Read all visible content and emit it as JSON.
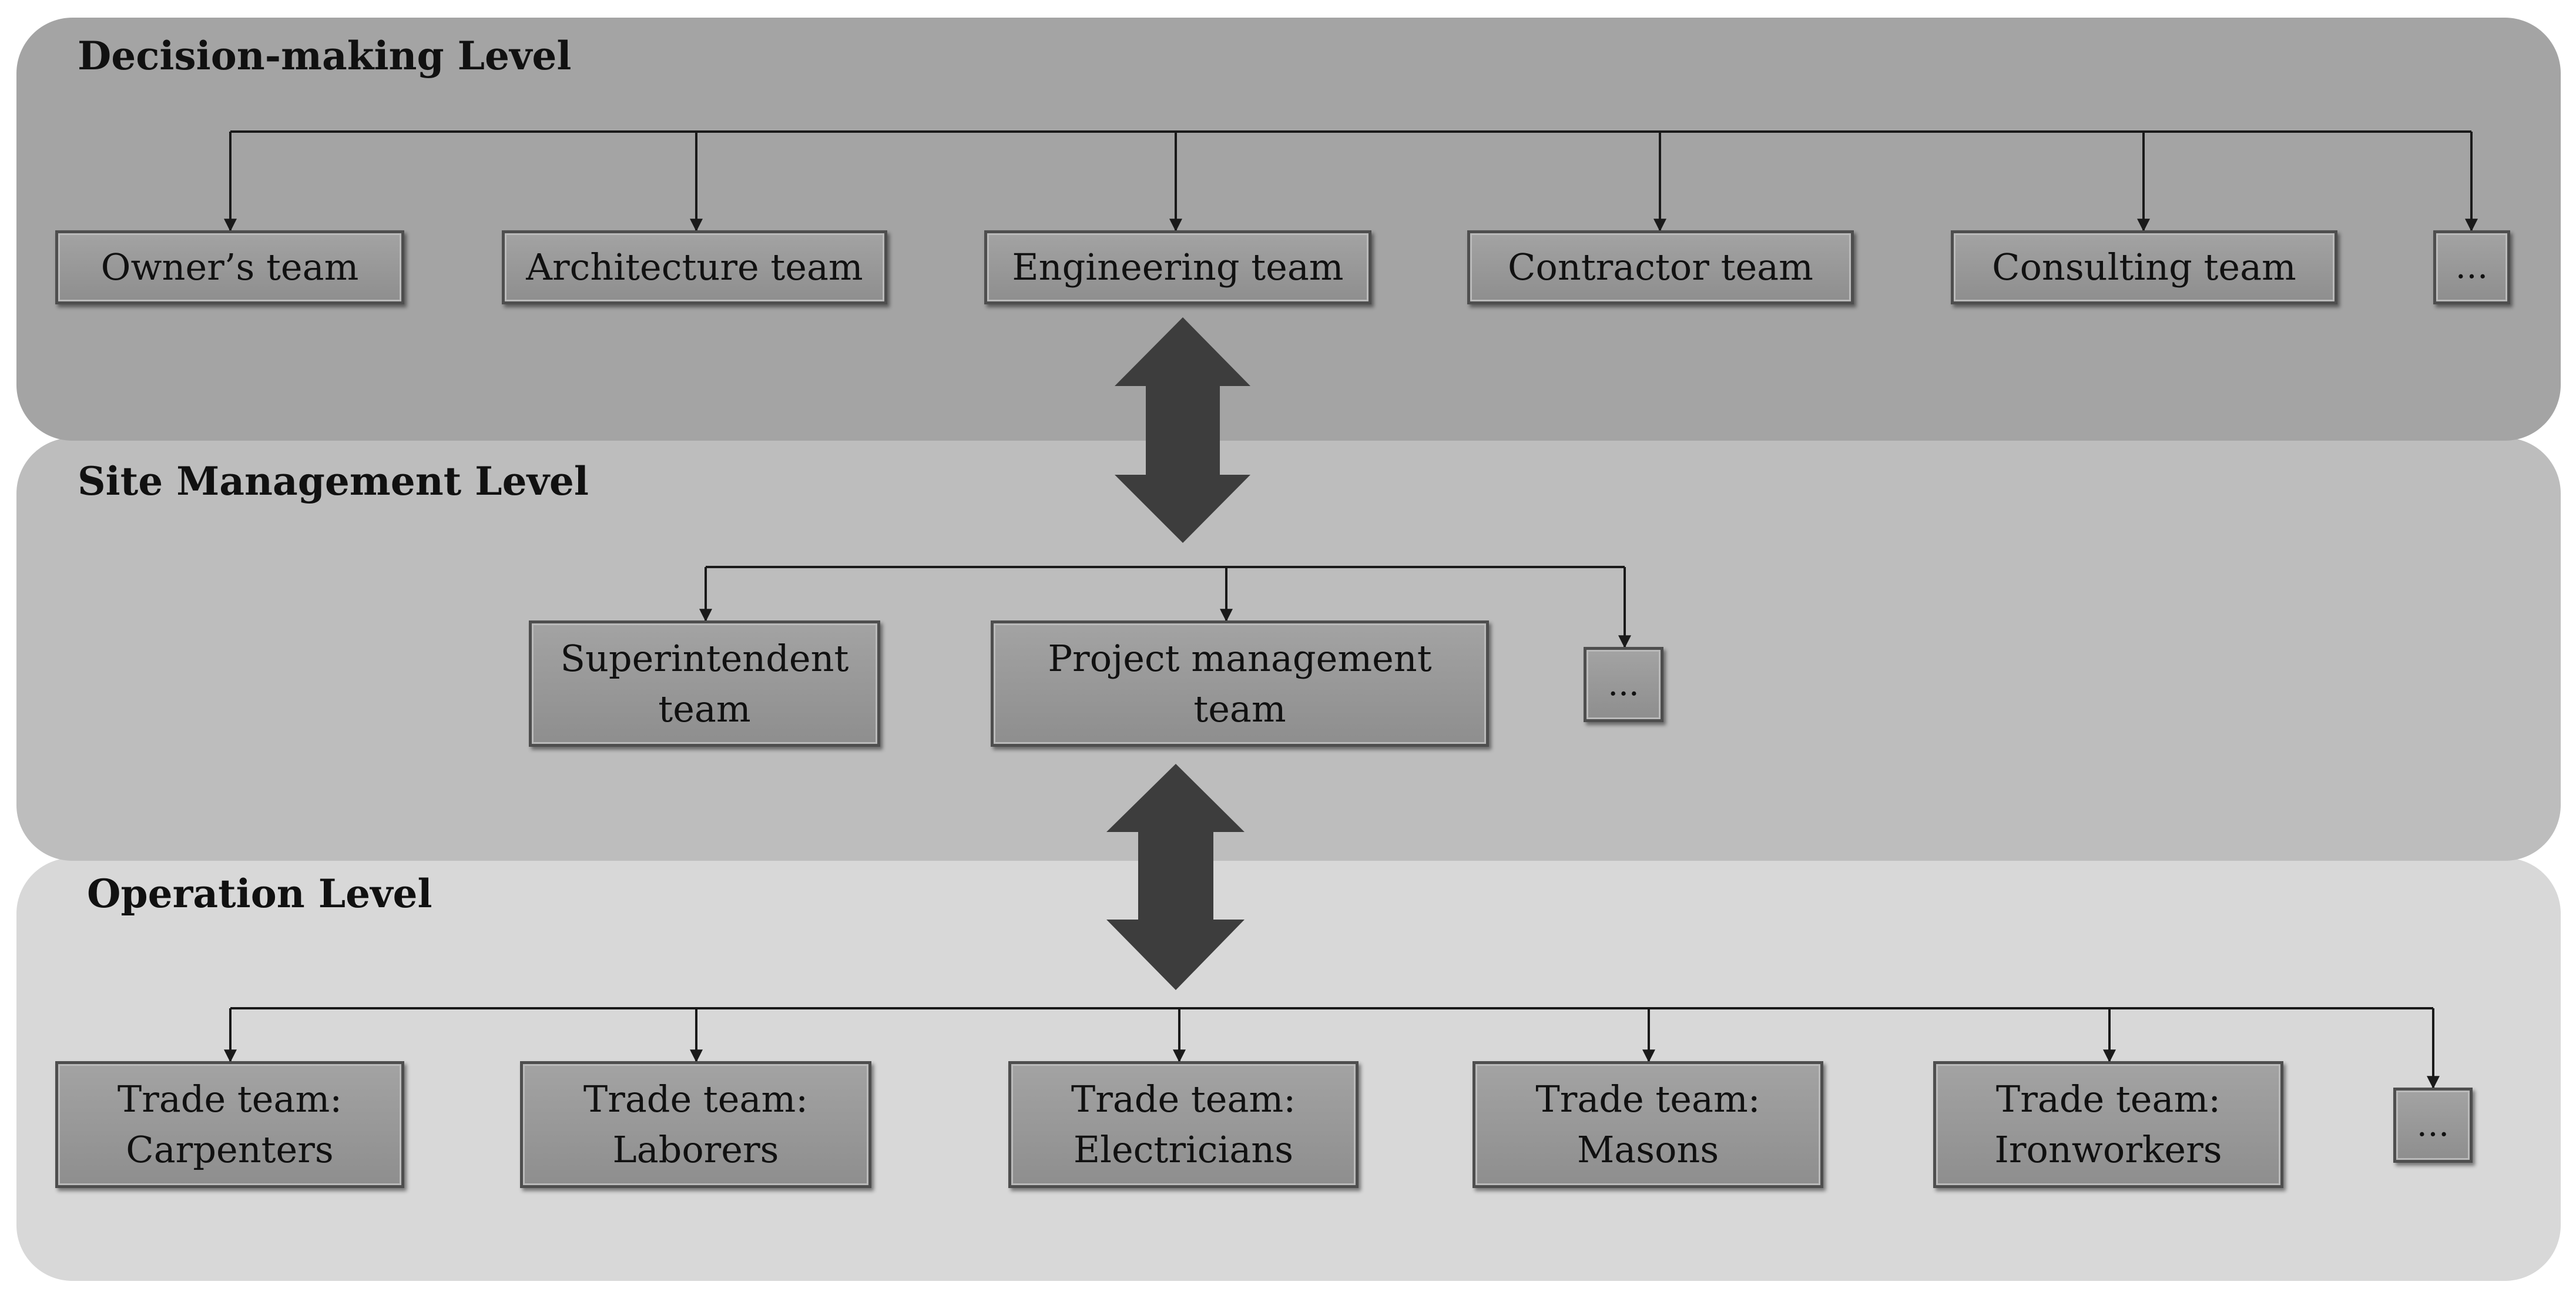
{
  "levels": {
    "decision": {
      "title": "Decision-making Level",
      "teams": [
        "Owner’s team",
        "Architecture team",
        "Engineering team",
        "Contractor team",
        "Consulting team"
      ],
      "more": "…"
    },
    "site": {
      "title": "Site Management Level",
      "teams": [
        [
          "Superintendent",
          "team"
        ],
        [
          "Project management",
          "team"
        ]
      ],
      "more": "..."
    },
    "operation": {
      "title": "Operation Level",
      "teams": [
        [
          "Trade team:",
          "Carpenters"
        ],
        [
          "Trade team:",
          "Laborers"
        ],
        [
          "Trade team:",
          "Electricians"
        ],
        [
          "Trade team:",
          "Masons"
        ],
        [
          "Trade team:",
          "Ironworkers"
        ]
      ],
      "more": "…"
    }
  },
  "colors": {
    "decision_band": "#a4a4a4",
    "site_band": "#bdbdbd",
    "operation_band": "#d8d8d8",
    "box_fill": "#999999",
    "box_border": "#4e4e4e",
    "arrow": "#3d3d3d",
    "line": "#1a1a1a"
  }
}
